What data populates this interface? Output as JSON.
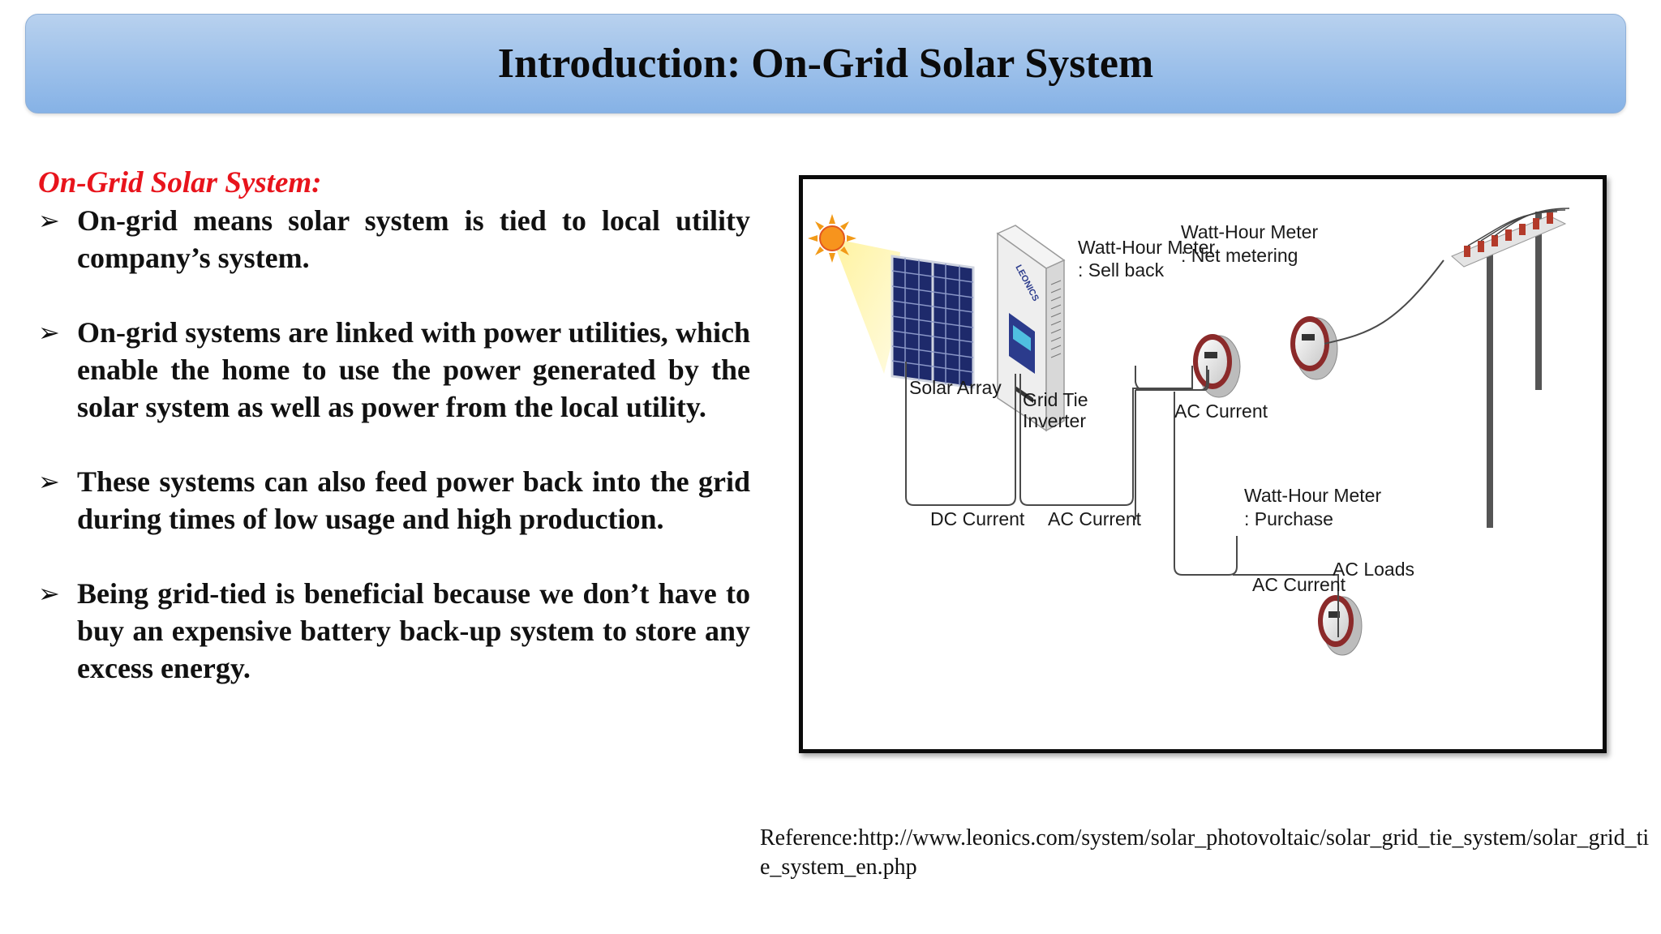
{
  "title": "Introduction: On-Grid Solar System",
  "subtitle": "On-Grid Solar System:",
  "bullets": [
    "On-grid means solar system is tied to local utility company’s system.",
    "On-grid systems are linked with power utilities, which enable the home to use the power generated by the solar system as well as power from the local utility.",
    "These systems can also feed power back into the grid during times of low usage and high production.",
    "Being grid-tied is beneficial because we don’t have to buy an expensive battery back-up system to store any excess energy."
  ],
  "bullet_marker": "➢",
  "diagram": {
    "labels": {
      "solar_array": "Solar Array",
      "grid_tie_1": "Grid Tie",
      "grid_tie_2": "Inverter",
      "sell_back_1": "Watt-Hour Meter",
      "sell_back_2": ": Sell back",
      "net_meter_1": "Watt-Hour Meter",
      "net_meter_2": ": Net metering",
      "ac_current_mid": "AC Current",
      "purchase_1": "Watt-Hour Meter",
      "purchase_2": ": Purchase",
      "dc_current": "DC Current",
      "ac_current_bottom": "AC Current",
      "ac_loads": "AC Loads",
      "ac_current_right": "AC Current",
      "inverter_brand": "LEONICS"
    }
  },
  "reference": "Reference:http://www.leonics.com/system/solar_photovoltaic/solar_grid_tie_system/solar_grid_tie_system_en.php",
  "colors": {
    "subtitle": "#e8141c",
    "title_bar": "#9cc0ea"
  }
}
